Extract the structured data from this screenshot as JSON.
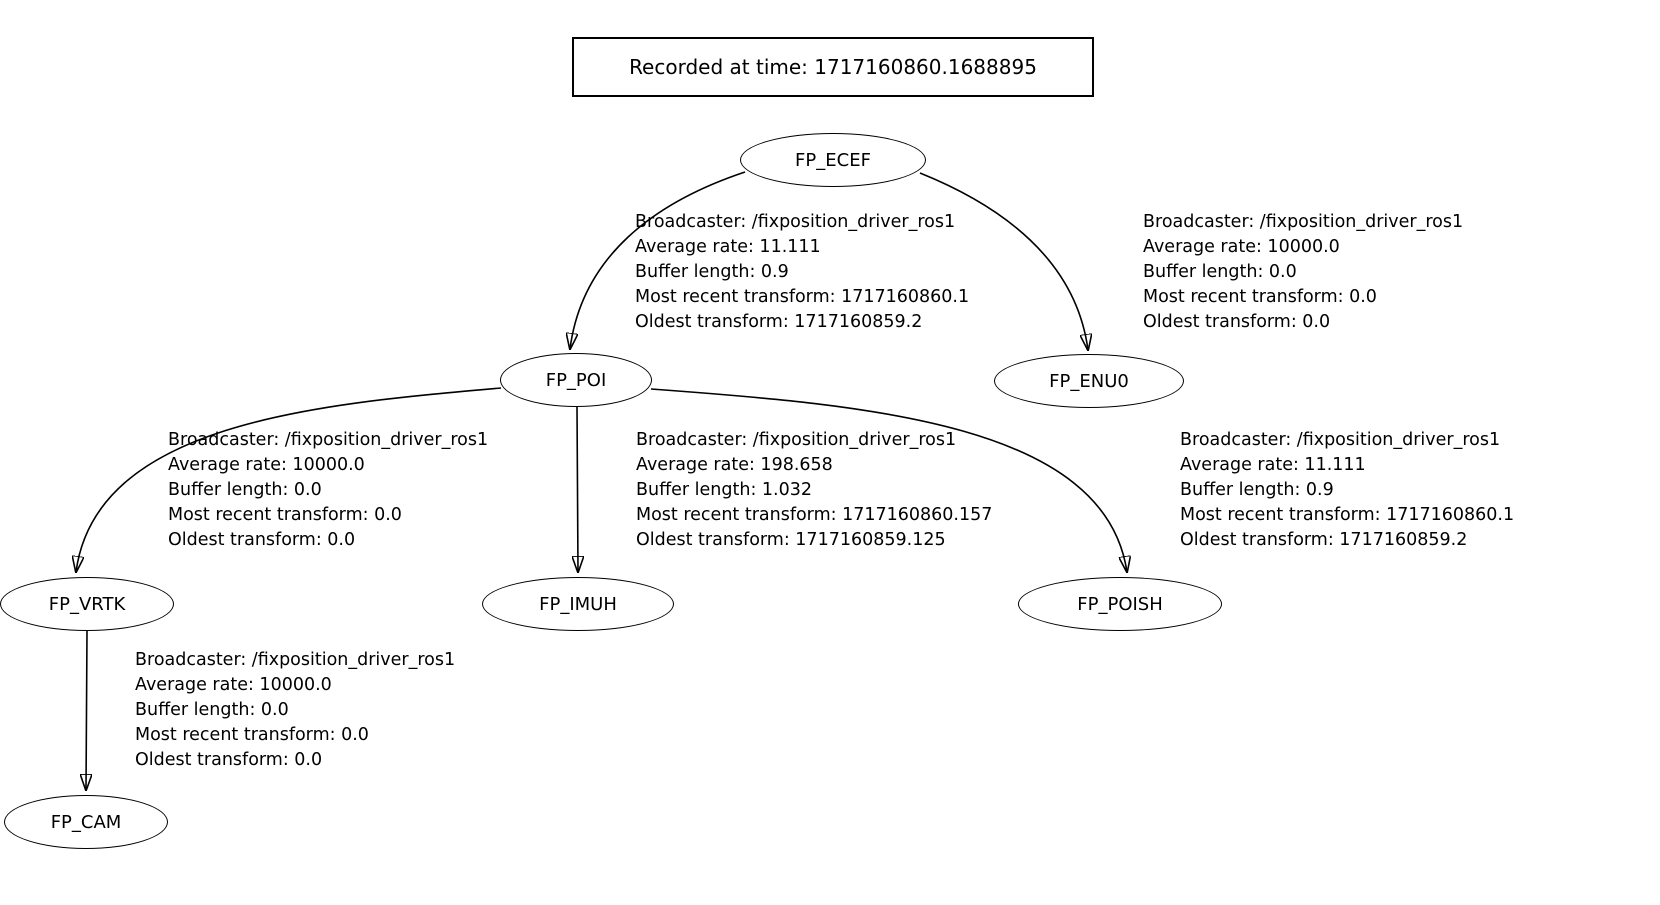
{
  "title_box": {
    "text": "Recorded at time: 1717160860.1688895"
  },
  "nodes": [
    {
      "id": "FP_ECEF",
      "label": "FP_ECEF"
    },
    {
      "id": "FP_POI",
      "label": "FP_POI"
    },
    {
      "id": "FP_ENU0",
      "label": "FP_ENU0"
    },
    {
      "id": "FP_VRTK",
      "label": "FP_VRTK"
    },
    {
      "id": "FP_IMUH",
      "label": "FP_IMUH"
    },
    {
      "id": "FP_POISH",
      "label": "FP_POISH"
    },
    {
      "id": "FP_CAM",
      "label": "FP_CAM"
    }
  ],
  "edges": [
    {
      "from": "FP_ECEF",
      "to": "FP_POI",
      "label_lines": [
        "Broadcaster: /fixposition_driver_ros1",
        "Average rate: 11.111",
        "Buffer length: 0.9",
        "Most recent transform: 1717160860.1",
        "Oldest transform: 1717160859.2"
      ]
    },
    {
      "from": "FP_ECEF",
      "to": "FP_ENU0",
      "label_lines": [
        "Broadcaster: /fixposition_driver_ros1",
        "Average rate: 10000.0",
        "Buffer length: 0.0",
        "Most recent transform: 0.0",
        "Oldest transform: 0.0"
      ]
    },
    {
      "from": "FP_POI",
      "to": "FP_VRTK",
      "label_lines": [
        "Broadcaster: /fixposition_driver_ros1",
        "Average rate: 10000.0",
        "Buffer length: 0.0",
        "Most recent transform: 0.0",
        "Oldest transform: 0.0"
      ]
    },
    {
      "from": "FP_POI",
      "to": "FP_IMUH",
      "label_lines": [
        "Broadcaster: /fixposition_driver_ros1",
        "Average rate: 198.658",
        "Buffer length: 1.032",
        "Most recent transform: 1717160860.157",
        "Oldest transform: 1717160859.125"
      ]
    },
    {
      "from": "FP_POI",
      "to": "FP_POISH",
      "label_lines": [
        "Broadcaster: /fixposition_driver_ros1",
        "Average rate: 11.111",
        "Buffer length: 0.9",
        "Most recent transform: 1717160860.1",
        "Oldest transform: 1717160859.2"
      ]
    },
    {
      "from": "FP_VRTK",
      "to": "FP_CAM",
      "label_lines": [
        "Broadcaster: /fixposition_driver_ros1",
        "Average rate: 10000.0",
        "Buffer length: 0.0",
        "Most recent transform: 0.0",
        "Oldest transform: 0.0"
      ]
    }
  ],
  "colors": {
    "background": "#ffffff",
    "stroke": "#000000",
    "text": "#000000"
  }
}
